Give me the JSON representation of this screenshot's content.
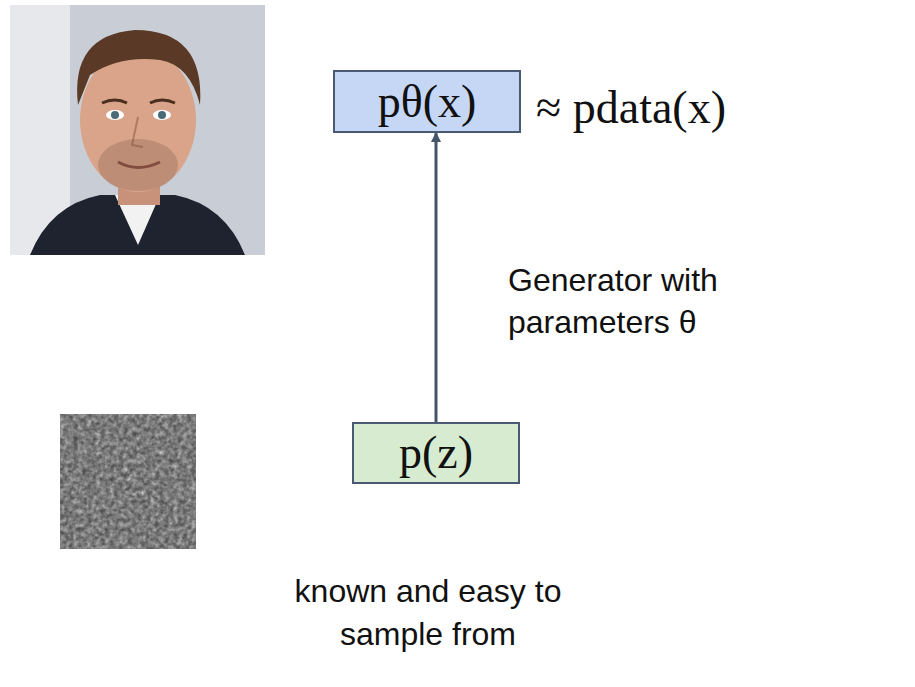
{
  "diagram": {
    "nodes": [
      {
        "text": [
          "pθ(x)"
        ]
      },
      {
        "text": [
          "p(z)"
        ]
      }
    ],
    "edges": [
      {
        "from": 1,
        "to": 0,
        "arrow": "to",
        "label": "Generator with parameters θ"
      }
    ],
    "labels": [
      "≈ pdata(x)",
      "known and easy to sample from"
    ]
  }
}
